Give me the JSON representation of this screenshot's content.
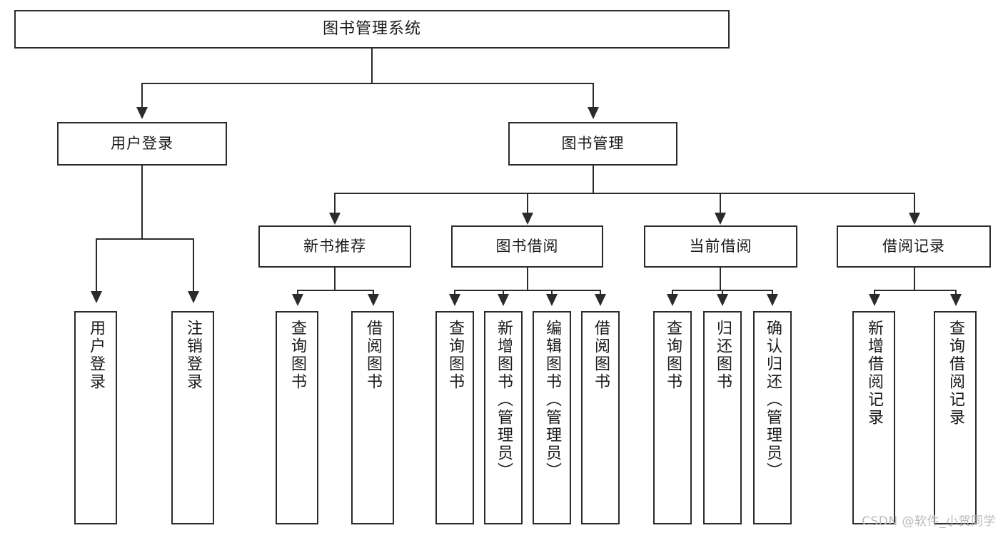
{
  "diagram": {
    "type": "tree",
    "title": "图书管理系统",
    "watermark": "CSDN @软件_小贺同学",
    "colors": {
      "box_border": "#2b2b2b",
      "box_fill": "#ffffff",
      "text": "#1b1b1b",
      "connector": "#2b2b2b",
      "watermark": "#b9b9b9",
      "background": "#ffffff"
    },
    "root": {
      "label": "图书管理系统"
    },
    "level2": [
      {
        "label": "用户登录"
      },
      {
        "label": "图书管理"
      }
    ],
    "level3": [
      {
        "label": "新书推荐"
      },
      {
        "label": "图书借阅"
      },
      {
        "label": "当前借阅"
      },
      {
        "label": "借阅记录"
      }
    ],
    "leaves": {
      "user_login": [
        {
          "label": "用户登录"
        },
        {
          "label": "注销登录"
        }
      ],
      "new_book_recommend": [
        {
          "label": "查询图书"
        },
        {
          "label": "借阅图书"
        }
      ],
      "book_borrow": [
        {
          "label": "查询图书"
        },
        {
          "label": "新增图书（管理员）"
        },
        {
          "label": "编辑图书（管理员）"
        },
        {
          "label": "借阅图书"
        }
      ],
      "current_borrow": [
        {
          "label": "查询图书"
        },
        {
          "label": "归还图书"
        },
        {
          "label": "确认归还（管理员）"
        }
      ],
      "borrow_record": [
        {
          "label": "新增借阅记录"
        },
        {
          "label": "查询借阅记录"
        }
      ]
    }
  }
}
